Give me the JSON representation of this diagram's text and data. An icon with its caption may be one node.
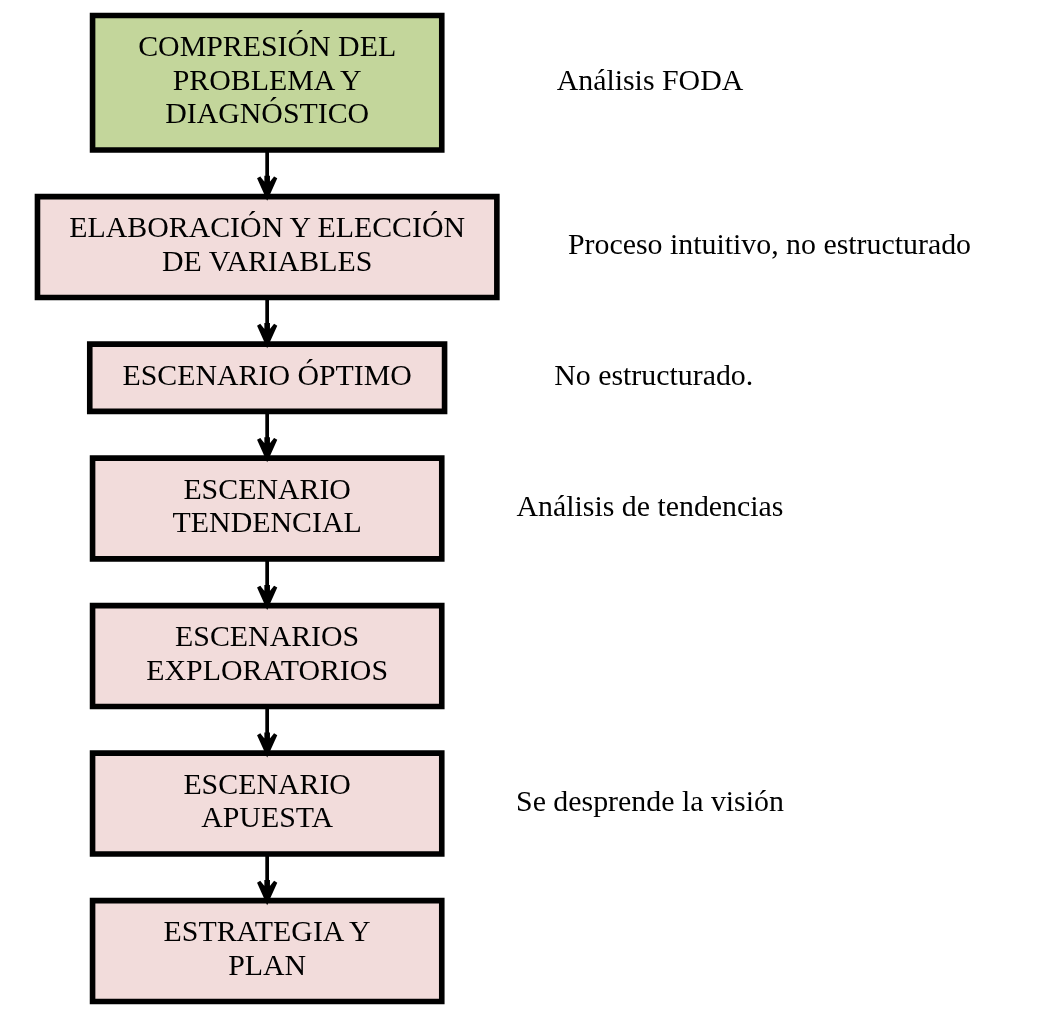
{
  "diagram": {
    "nodes": [
      {
        "text": [
          "COMPRESIÓN DEL PROBLEMA Y DIAGNÓSTICO"
        ],
        "beside": [
          "Análisis FODA"
        ]
      },
      {
        "text": [
          "ELABORACIÓN Y ELECCIÓN DE VARIABLES"
        ],
        "beside": [
          "Proceso intuitivo, no estructurado"
        ]
      },
      {
        "text": [
          "ESCENARIO ÓPTIMO"
        ],
        "beside": [
          "No estructurado."
        ]
      },
      {
        "text": [
          "ESCENARIO TENDENCIAL"
        ],
        "beside": [
          "Análisis de tendencias"
        ]
      },
      {
        "text": [
          "ESCENARIOS EXPLORATORIOS"
        ]
      },
      {
        "text": [
          "ESCENARIO APUESTA"
        ],
        "beside": [
          "Se desprende la visión"
        ]
      },
      {
        "text": [
          "ESTRATEGIA Y PLAN"
        ]
      }
    ],
    "edges": [
      {
        "from": 0,
        "to": 1,
        "arrow": "to"
      },
      {
        "from": 1,
        "to": 2,
        "arrow": "to"
      },
      {
        "from": 2,
        "to": 3,
        "arrow": "to"
      },
      {
        "from": 3,
        "to": 4,
        "arrow": "to"
      },
      {
        "from": 4,
        "to": 5,
        "arrow": "to"
      },
      {
        "from": 5,
        "to": 6,
        "arrow": "to"
      }
    ]
  }
}
